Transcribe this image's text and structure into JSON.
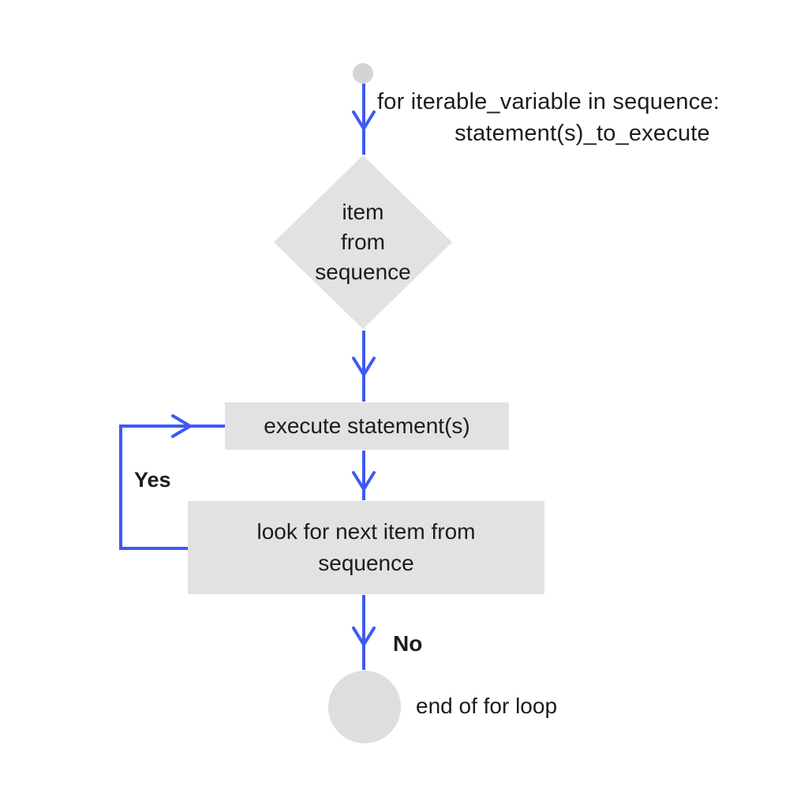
{
  "diagram": {
    "code_annotation": {
      "line1": "for iterable_variable in sequence:",
      "line2": "statement(s)_to_execute"
    },
    "nodes": {
      "decision": {
        "line1": "item",
        "line2": "from",
        "line3": "sequence"
      },
      "process_execute": {
        "label": "execute statement(s)"
      },
      "process_next": {
        "line1": "look for next item from",
        "line2": "sequence"
      },
      "end": {
        "label": "end of for loop"
      }
    },
    "edge_labels": {
      "yes": "Yes",
      "no": "No"
    }
  },
  "colors": {
    "accent": "#3d5af1",
    "node_fill": "#e2e2e2",
    "start_dot": "#d4d4d4",
    "end_dot": "#dedede",
    "text": "#1c1c1c"
  }
}
